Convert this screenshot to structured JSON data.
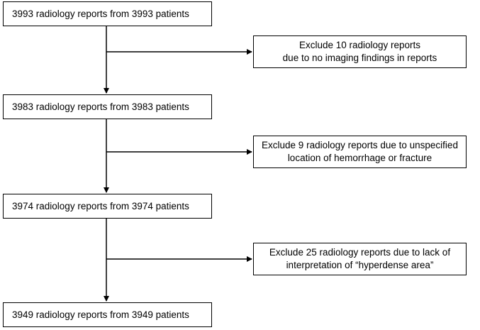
{
  "flow": {
    "steps": [
      {
        "label": "3993 radiology reports from 3993 patients"
      },
      {
        "label": "3983 radiology reports from 3983 patients"
      },
      {
        "label": "3974 radiology reports from 3974 patients"
      },
      {
        "label": "3949 radiology reports from 3949 patients"
      }
    ],
    "exclusions": [
      {
        "line1": "Exclude 10 radiology reports",
        "line2": "due to no imaging findings in reports"
      },
      {
        "line1": "Exclude 9 radiology reports due to unspecified",
        "line2": "location of hemorrhage or fracture"
      },
      {
        "line1": "Exclude 25 radiology reports due to lack of",
        "line2": "interpretation of “hyperdense area”"
      }
    ]
  }
}
